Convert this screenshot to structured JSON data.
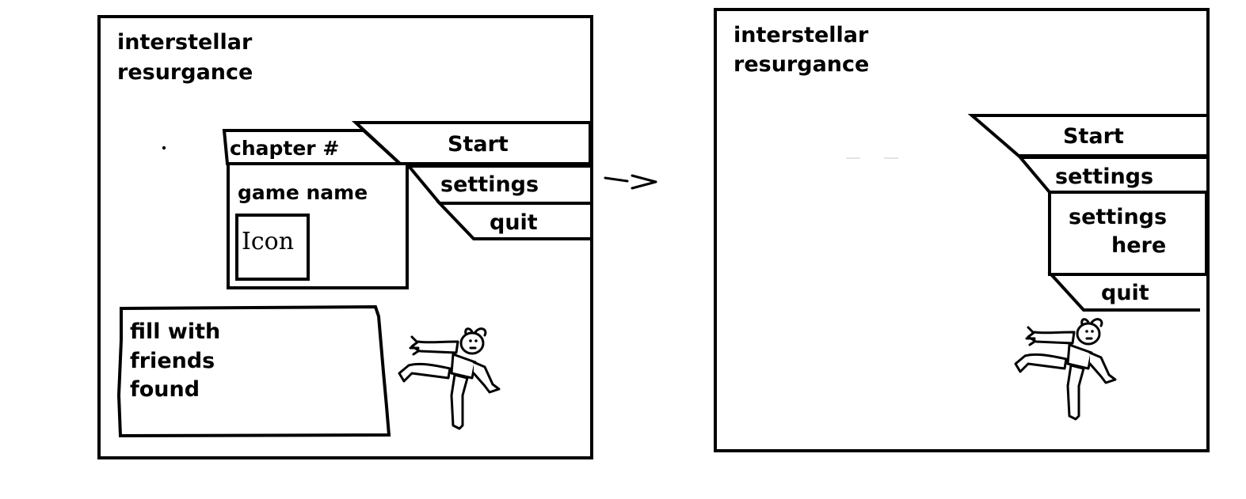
{
  "before": {
    "title_line1": "interstellar",
    "title_line2": "resurgance",
    "save_card": {
      "chapter": "chapter #",
      "game_name": "game name",
      "icon_placeholder": "Icon"
    },
    "menu": {
      "start": "Start",
      "settings": "settings",
      "quit": "quit"
    },
    "friends_panel": {
      "line1": "fill with",
      "line2": "friends",
      "line3": "found"
    }
  },
  "transition_arrow": "->",
  "after": {
    "title_line1": "interstellar",
    "title_line2": "resurgance",
    "menu": {
      "start": "Start",
      "settings": "settings",
      "quit": "quit"
    },
    "settings_panel": {
      "line1": "settings",
      "line2": "here"
    }
  }
}
